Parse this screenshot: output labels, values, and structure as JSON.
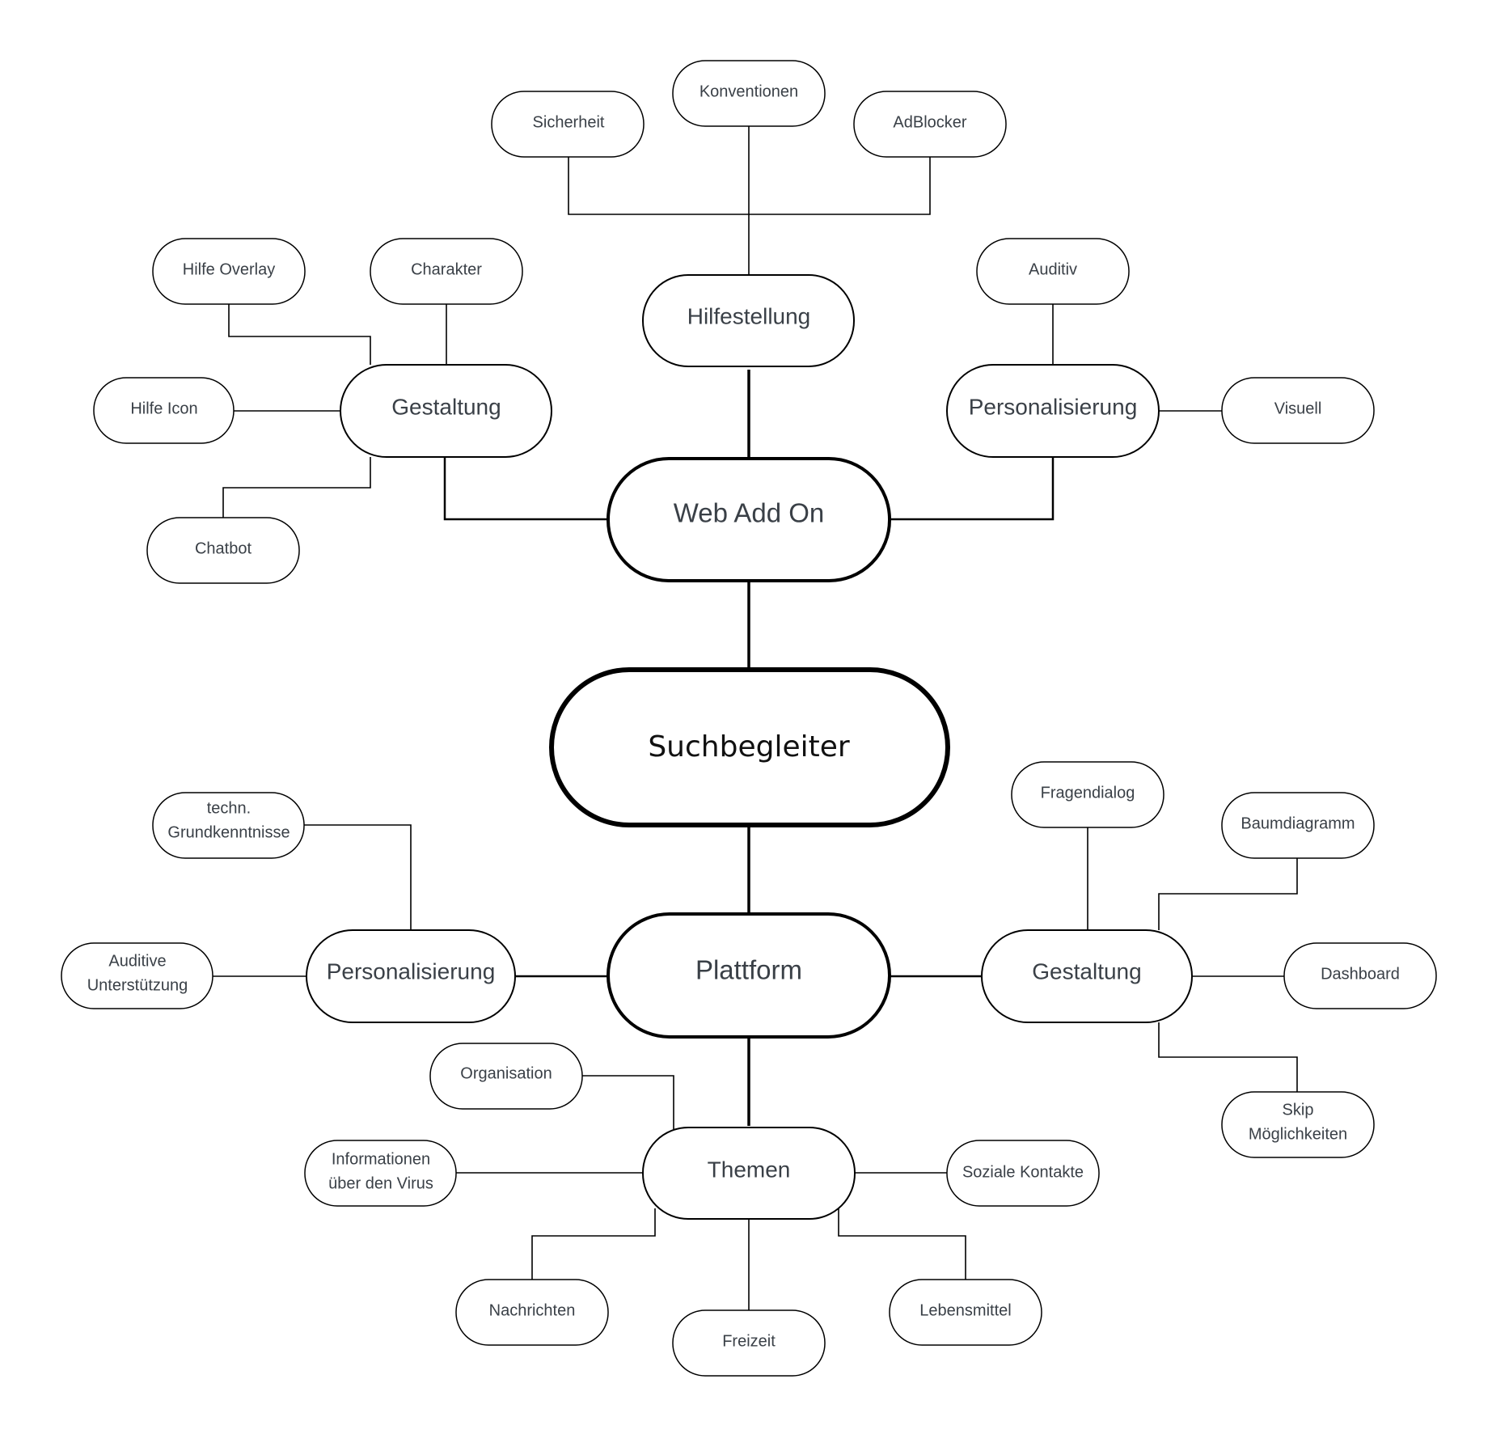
{
  "diagram": {
    "root": "Suchbegleiter",
    "web_add_on": "Web Add On",
    "hilfestellung": {
      "label": "Hilfestellung",
      "sicherheit": "Sicherheit",
      "konventionen": "Konventionen",
      "adblocker": "AdBlocker"
    },
    "gestaltung_web": {
      "label": "Gestaltung",
      "hilfe_overlay": "Hilfe Overlay",
      "charakter": "Charakter",
      "hilfe_icon": "Hilfe Icon",
      "chatbot": "Chatbot"
    },
    "personalisierung_web": {
      "label": "Personalisierung",
      "auditiv": "Auditiv",
      "visuell": "Visuell"
    },
    "plattform": "Plattform",
    "personalisierung_plattform": {
      "label": "Personalisierung",
      "techn_line1": "techn.",
      "techn_line2": "Grundkenntnisse",
      "auditive_line1": "Auditive",
      "auditive_line2": "Unterstützung"
    },
    "gestaltung_plattform": {
      "label": "Gestaltung",
      "fragendialog": "Fragendialog",
      "baumdiagramm": "Baumdiagramm",
      "dashboard": "Dashboard",
      "skip_line1": "Skip",
      "skip_line2": "Möglichkeiten"
    },
    "themen": {
      "label": "Themen",
      "organisation": "Organisation",
      "info_line1": "Informationen",
      "info_line2": "über den Virus",
      "soziale_kontakte": "Soziale Kontakte",
      "nachrichten": "Nachrichten",
      "freizeit": "Freizeit",
      "lebensmittel": "Lebensmittel"
    }
  }
}
